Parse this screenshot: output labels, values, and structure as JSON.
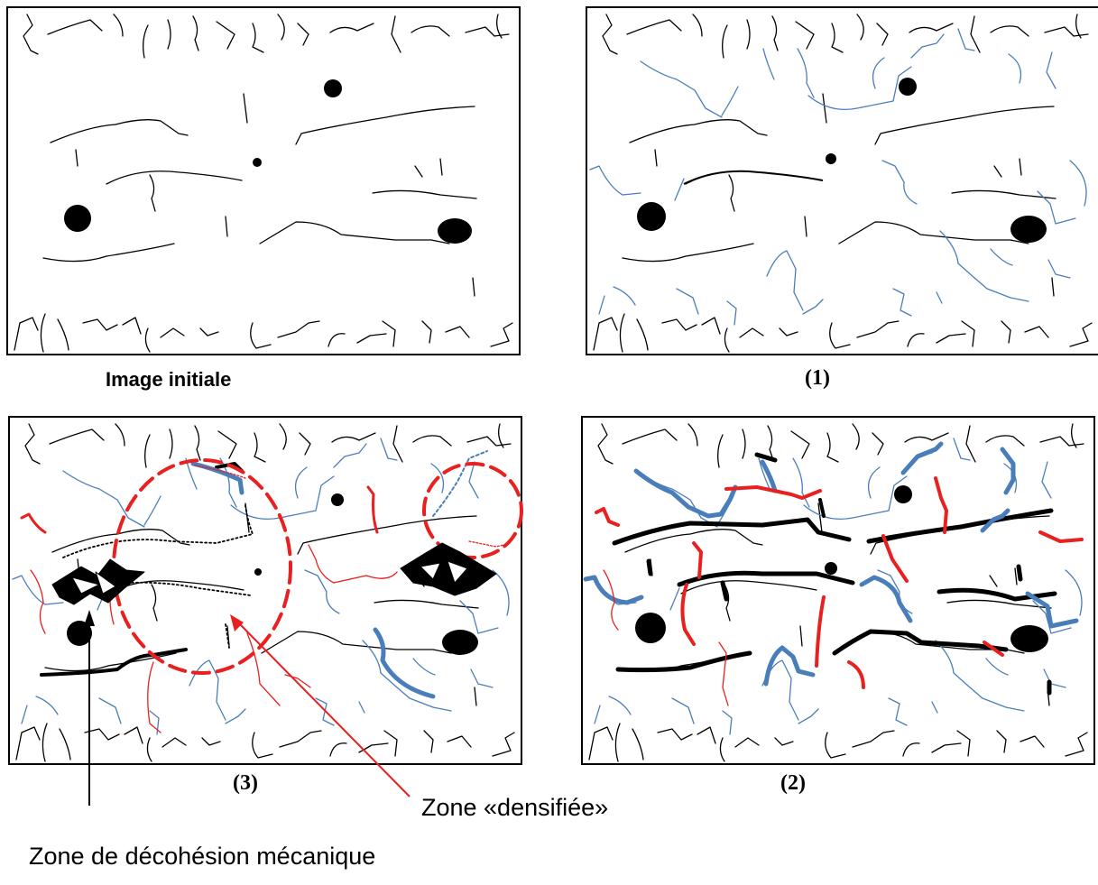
{
  "captions": {
    "initial": "Image initiale",
    "step1": "(1)",
    "step2": "(2)",
    "step3": "(3)"
  },
  "annotations": {
    "densified_zone": "Zone «densifiée»",
    "decohesion_zone": "Zone de décohésion mécanique"
  },
  "colors": {
    "original_crack": "#000000",
    "new_crack": "#4a7ebb",
    "propagated_crack": "#e8201f"
  }
}
